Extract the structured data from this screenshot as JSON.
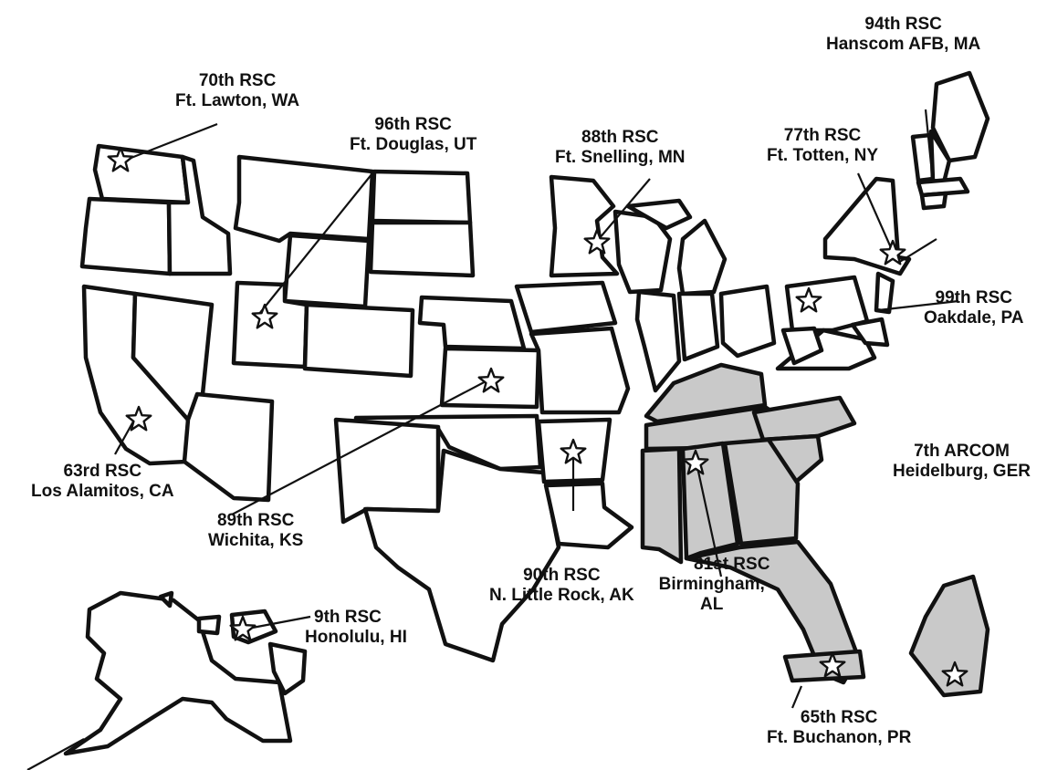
{
  "regions": [
    {
      "id": "70th",
      "unit": "70th RSC",
      "location": "Ft. Lawton, WA"
    },
    {
      "id": "96th",
      "unit": "96th RSC",
      "location": "Ft. Douglas, UT"
    },
    {
      "id": "88th",
      "unit": "88th RSC",
      "location": "Ft. Snelling, MN"
    },
    {
      "id": "77th",
      "unit": "77th RSC",
      "location": "Ft. Totten, NY"
    },
    {
      "id": "94th",
      "unit": "94th RSC",
      "location": "Hanscom AFB, MA"
    },
    {
      "id": "99th",
      "unit": "99th RSC",
      "location": "Oakdale, PA"
    },
    {
      "id": "63rd",
      "unit": "63rd RSC",
      "location": "Los Alamitos, CA"
    },
    {
      "id": "89th",
      "unit": "89th RSC",
      "location": "Wichita, KS"
    },
    {
      "id": "90th",
      "unit": "90th RSC",
      "location": "N. Little Rock, AK"
    },
    {
      "id": "81st",
      "unit": "81st RSC",
      "location": "Birmingham,",
      "location2": "AL"
    },
    {
      "id": "7th",
      "unit": "7th ARCOM",
      "location": "Heidelburg, GER"
    },
    {
      "id": "9th",
      "unit": "9th RSC",
      "location": "Honolulu, HI"
    },
    {
      "id": "65th",
      "unit": "65th RSC",
      "location": "Ft. Buchanon, PR"
    }
  ],
  "colors": {
    "outline": "#111111",
    "fill": "#ffffff",
    "shaded": "#c9c9c9"
  }
}
